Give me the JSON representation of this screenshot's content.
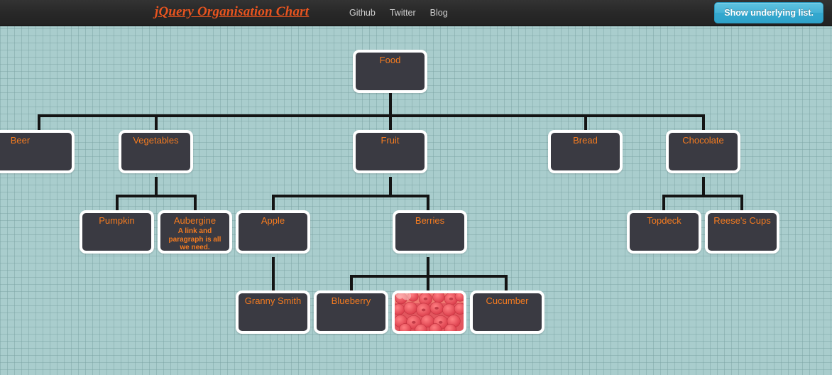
{
  "header": {
    "brand": "jQuery Organisation Chart",
    "nav": [
      {
        "label": "Github"
      },
      {
        "label": "Twitter"
      },
      {
        "label": "Blog"
      }
    ],
    "action_button": "Show underlying list.",
    "colors": {
      "bar": "#282828",
      "brand_text": "#e8541f",
      "nav_text": "#cfcfcf",
      "button": "#3aaad0",
      "button_text": "#ffffff"
    }
  },
  "canvas": {
    "background": "#a9cdcd",
    "grid_line": "#78a0a0",
    "connector": "#141414"
  },
  "node_style": {
    "frame": "#ffffff",
    "fill": "#3a3a42",
    "text": "#f47b20"
  },
  "chart_data": {
    "type": "diagram",
    "title": "jQuery Organisation Chart",
    "root": "Food",
    "nodes": [
      {
        "id": "food",
        "label": "Food",
        "parent": null,
        "depth": 0
      },
      {
        "id": "beer",
        "label": "Beer",
        "parent": "food",
        "depth": 1
      },
      {
        "id": "vegetables",
        "label": "Vegetables",
        "parent": "food",
        "depth": 1
      },
      {
        "id": "fruit",
        "label": "Fruit",
        "parent": "food",
        "depth": 1
      },
      {
        "id": "bread",
        "label": "Bread",
        "parent": "food",
        "depth": 1
      },
      {
        "id": "chocolate",
        "label": "Chocolate",
        "parent": "food",
        "depth": 1
      },
      {
        "id": "pumpkin",
        "label": "Pumpkin",
        "parent": "vegetables",
        "depth": 2
      },
      {
        "id": "aubergine",
        "label": "Aubergine",
        "parent": "vegetables",
        "depth": 2,
        "paragraph": "A link and paragraph is all we need."
      },
      {
        "id": "apple",
        "label": "Apple",
        "parent": "fruit",
        "depth": 2
      },
      {
        "id": "berries",
        "label": "Berries",
        "parent": "fruit",
        "depth": 2
      },
      {
        "id": "topdeck",
        "label": "Topdeck",
        "parent": "chocolate",
        "depth": 2
      },
      {
        "id": "reeses",
        "label": "Reese's Cups",
        "parent": "chocolate",
        "depth": 2
      },
      {
        "id": "grannysmith",
        "label": "Granny Smith",
        "parent": "apple",
        "depth": 3
      },
      {
        "id": "blueberry",
        "label": "Blueberry",
        "parent": "berries",
        "depth": 3
      },
      {
        "id": "raspberry",
        "label": "",
        "parent": "berries",
        "depth": 3,
        "image": "raspberries-photo"
      },
      {
        "id": "cucumber",
        "label": "Cucumber",
        "parent": "berries",
        "depth": 3
      }
    ]
  }
}
